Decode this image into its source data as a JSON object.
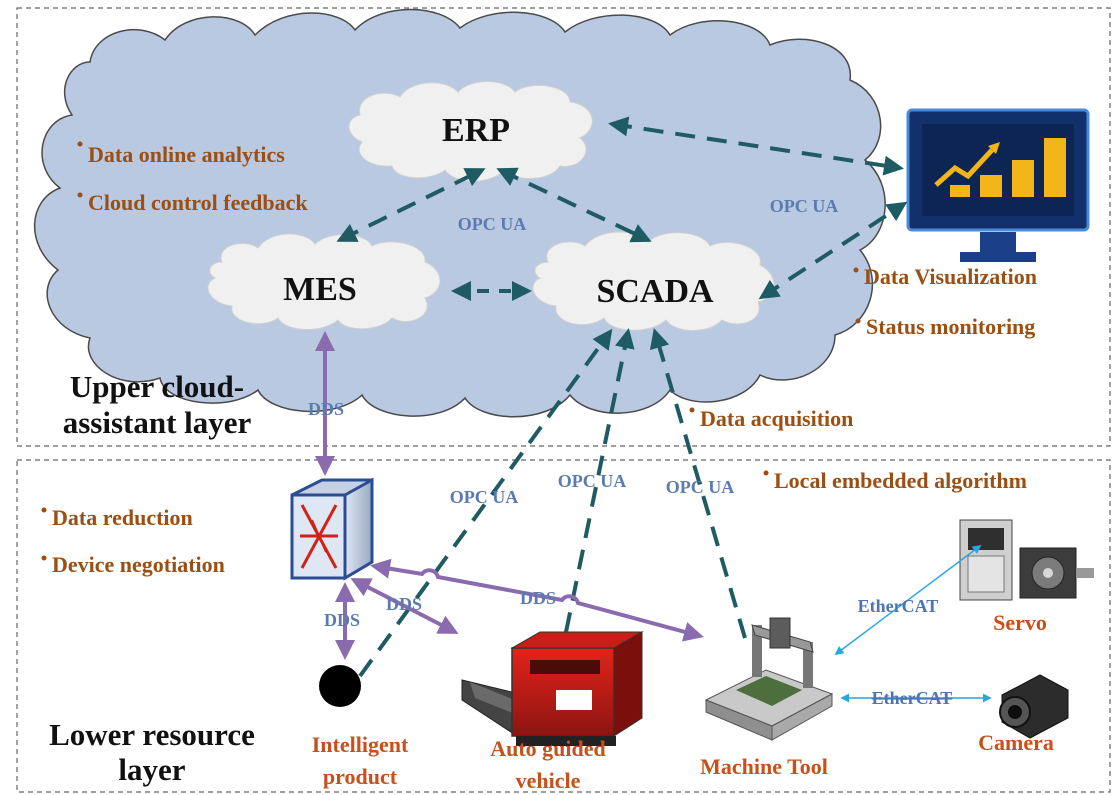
{
  "layers": {
    "upper": {
      "line1": "Upper cloud-",
      "line2": "assistant layer"
    },
    "lower": {
      "line1": "Lower resource",
      "line2": "layer"
    }
  },
  "nodes": {
    "erp": "ERP",
    "mes": "MES",
    "scada": "SCADA"
  },
  "protocols": {
    "opc_cloud": "OPC UA",
    "opc_visual": "OPC UA",
    "dds_mes": "DDS",
    "opc_product": "OPC UA",
    "opc_agv": "OPC UA",
    "opc_machine": "OPC UA",
    "dds_product": "DDS",
    "dds_agv": "DDS",
    "dds_machine": "DDS",
    "ethercat_servo": "EtherCAT",
    "ethercat_camera": "EtherCAT"
  },
  "bullets": {
    "data_online_analytics": "Data online analytics",
    "cloud_control_feedback": "Cloud control feedback",
    "data_visualization": "Data Visualization",
    "status_monitoring": "Status monitoring",
    "data_acquisition": "Data acquisition",
    "local_embedded_algorithm": "Local embedded algorithm",
    "data_reduction": "Data reduction",
    "device_negotiation": "Device negotiation"
  },
  "devices": {
    "product": {
      "line1": "Intelligent",
      "line2": "product"
    },
    "agv": {
      "line1": "Auto guided",
      "line2": "vehicle"
    },
    "machine": "Machine Tool",
    "servo": "Servo",
    "camera": "Camera"
  },
  "colors": {
    "cloud_fill": "#b8c9e1",
    "inner_cloud_fill": "#f0f0f0",
    "opc_arrow": "#1f5b63",
    "dds_arrow": "#8a6bae",
    "ethercat_arrow": "#27a6e0",
    "bullet_text": "#9c4f12",
    "device_text": "#c8501b",
    "protocol_text": "#5b7bb0"
  }
}
